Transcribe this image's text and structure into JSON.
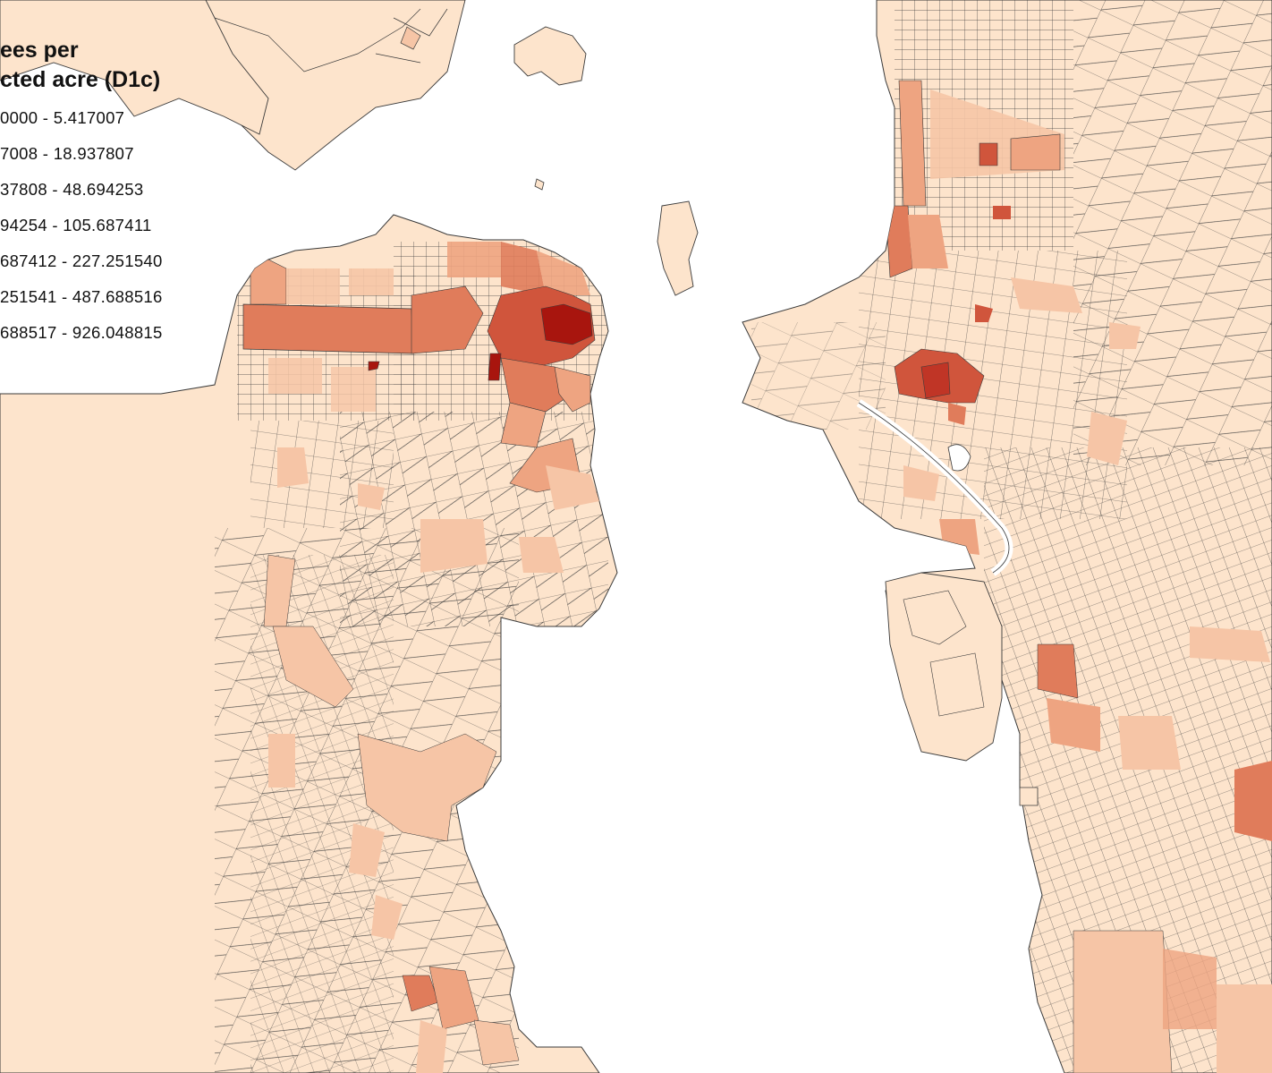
{
  "legend": {
    "title_line1": "ees per",
    "title_line2": "cted acre (D1c)",
    "classes": [
      {
        "label": "0000 - 5.417007",
        "color": "#fde4cc"
      },
      {
        "label": "7008 - 18.937807",
        "color": "#f6c5a6"
      },
      {
        "label": "37808 - 48.694253",
        "color": "#eea481"
      },
      {
        "label": "94254 - 105.687411",
        "color": "#e07c5b"
      },
      {
        "label": "687412 - 227.251540",
        "color": "#d0553c"
      },
      {
        "label": "251541 - 487.688516",
        "color": "#c03526"
      },
      {
        "label": "688517 - 926.048815",
        "color": "#a8150e"
      }
    ]
  },
  "colors": {
    "land_base": "#fde4cc",
    "water": "#ffffff",
    "boundary": "#3a3a3a"
  }
}
